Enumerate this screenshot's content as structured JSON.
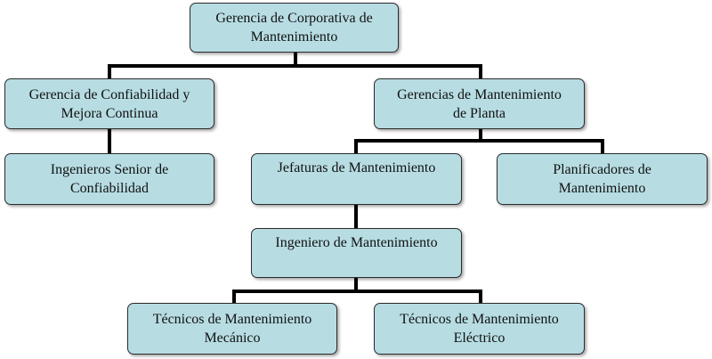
{
  "org_chart": {
    "nodes": {
      "gerencia_corporativa": [
        "Gerencia de Corporativa de",
        "Mantenimiento"
      ],
      "gerencia_confiabilidad": [
        "Gerencia de Confiabilidad y",
        "Mejora Continua"
      ],
      "gerencias_planta": [
        "Gerencias de Mantenimiento",
        "de Planta"
      ],
      "ingenieros_senior": [
        "Ingenieros Senior de",
        "Confiabilidad"
      ],
      "jefaturas": [
        "Jefaturas de Mantenimiento"
      ],
      "planificadores": [
        "Planificadores de",
        "Mantenimiento"
      ],
      "ingeniero_mantenimiento": [
        "Ingeniero de Mantenimiento"
      ],
      "tecnicos_mecanico": [
        "Técnicos de Mantenimiento",
        "Mecánico"
      ],
      "tecnicos_electrico": [
        "Técnicos de Mantenimiento",
        "Eléctrico"
      ]
    },
    "colors": {
      "box_fill": "#b7dde3",
      "box_border": "#2b2b2b",
      "connector": "#000000"
    }
  }
}
